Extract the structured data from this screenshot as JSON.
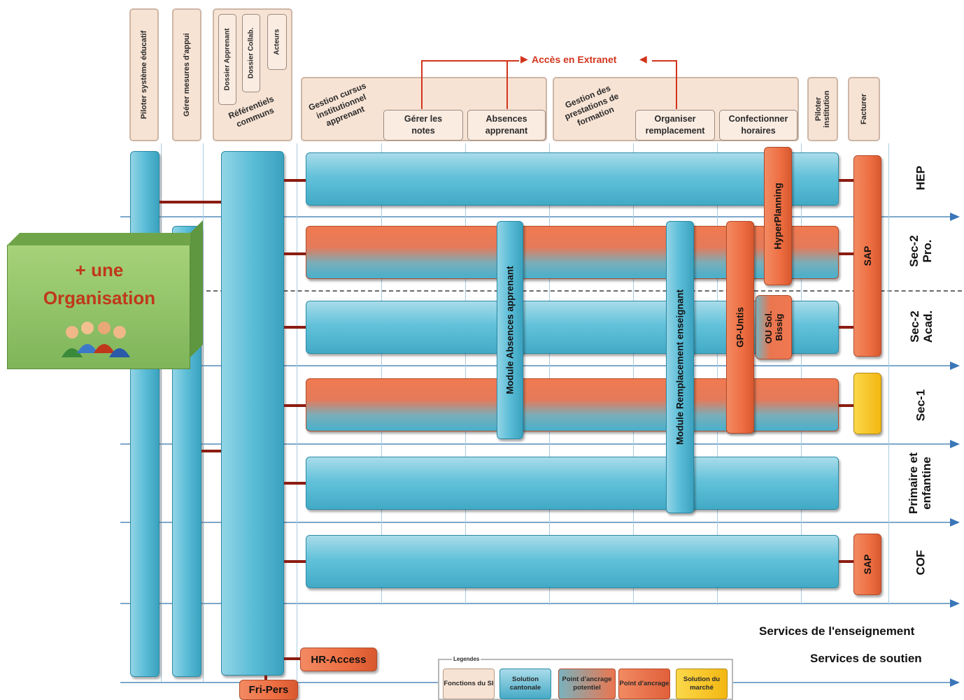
{
  "columns": {
    "piloter_systeme": "Piloter système éducatif",
    "gerer_mesures": "Gérer mesures d'appui",
    "dossier_apprenant": "Dossier Apprenant",
    "dossier_collab": "Dossier Collab.",
    "acteurs": "Acteurs",
    "referentiels": "Référentiels communs",
    "gestion_cursus": "Gestion cursus institutionnel apprenant",
    "gerer_notes": "Gérer les notes",
    "absences_apprenant": "Absences apprenant",
    "gestion_prestations": "Gestion des prestations de formation",
    "organiser_remplacement": "Organiser remplacement",
    "confectionner_horaires": "Confectionner horaires",
    "piloter_institution": "Piloter institution",
    "facturer": "Facturer"
  },
  "extranet": "Accès en Extranet",
  "rows": {
    "hep": "HEP",
    "sec2pro": "Sec-2 Pro.",
    "sec2acad": "Sec-2 Acad.",
    "sec1": "Sec-1",
    "primaire": "Primaire et enfantine",
    "cof": "COF"
  },
  "modules": {
    "absences": "Module Absences apprenant",
    "remplacement": "Module Remplacement enseignant",
    "gp_untis": "GP-Untis",
    "ou_sol": "OU Sol. Bissig",
    "hyperplanning": "HyperPlanning",
    "sap_top": "SAP",
    "sap_cof": "SAP",
    "hr_access": "HR-Access",
    "fri_pers": "Fri-Pers"
  },
  "organisation": {
    "line1": "+ une",
    "line2": "Organisation"
  },
  "bottom_labels": {
    "enseignement": "Services de l'enseignement",
    "soutien": "Services de soutien"
  },
  "legend": {
    "title": "Legendes",
    "items": [
      {
        "label": "Fonctions du SI",
        "color": "#f7e3d4"
      },
      {
        "label": "Solution cantonale",
        "color": "#5bbdd7"
      },
      {
        "label": "Point d'ancrage potentiel",
        "color": "#a79a8f"
      },
      {
        "label": "Point d'ancrage",
        "color": "#ee6e42"
      },
      {
        "label": "Solution du marché",
        "color": "#f3c21a"
      }
    ]
  }
}
